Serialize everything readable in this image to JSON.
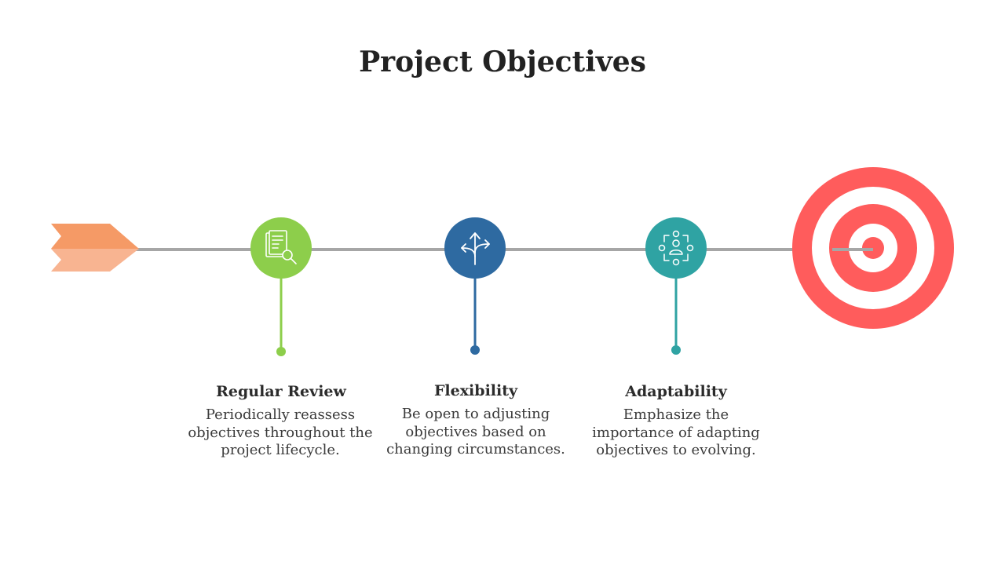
{
  "title": "Project Objectives",
  "colors": {
    "line": "#a6a6a6",
    "arrow_top": "#f59a66",
    "arrow_bottom": "#f8b491",
    "target": "#ff5c5c"
  },
  "steps": [
    {
      "title": "Regular Review",
      "description": "Periodically reassess objectives throughout the project lifecycle.",
      "color": "#8dce4b",
      "icon": "document-search-icon"
    },
    {
      "title": "Flexibility",
      "description": "Be open to adjusting objectives based on changing circumstances.",
      "color": "#2e6aa1",
      "icon": "split-arrows-icon"
    },
    {
      "title": "Adaptability",
      "description": "Emphasize the importance of adapting objectives to evolving.",
      "color": "#2fa3a3",
      "icon": "person-network-icon"
    }
  ]
}
